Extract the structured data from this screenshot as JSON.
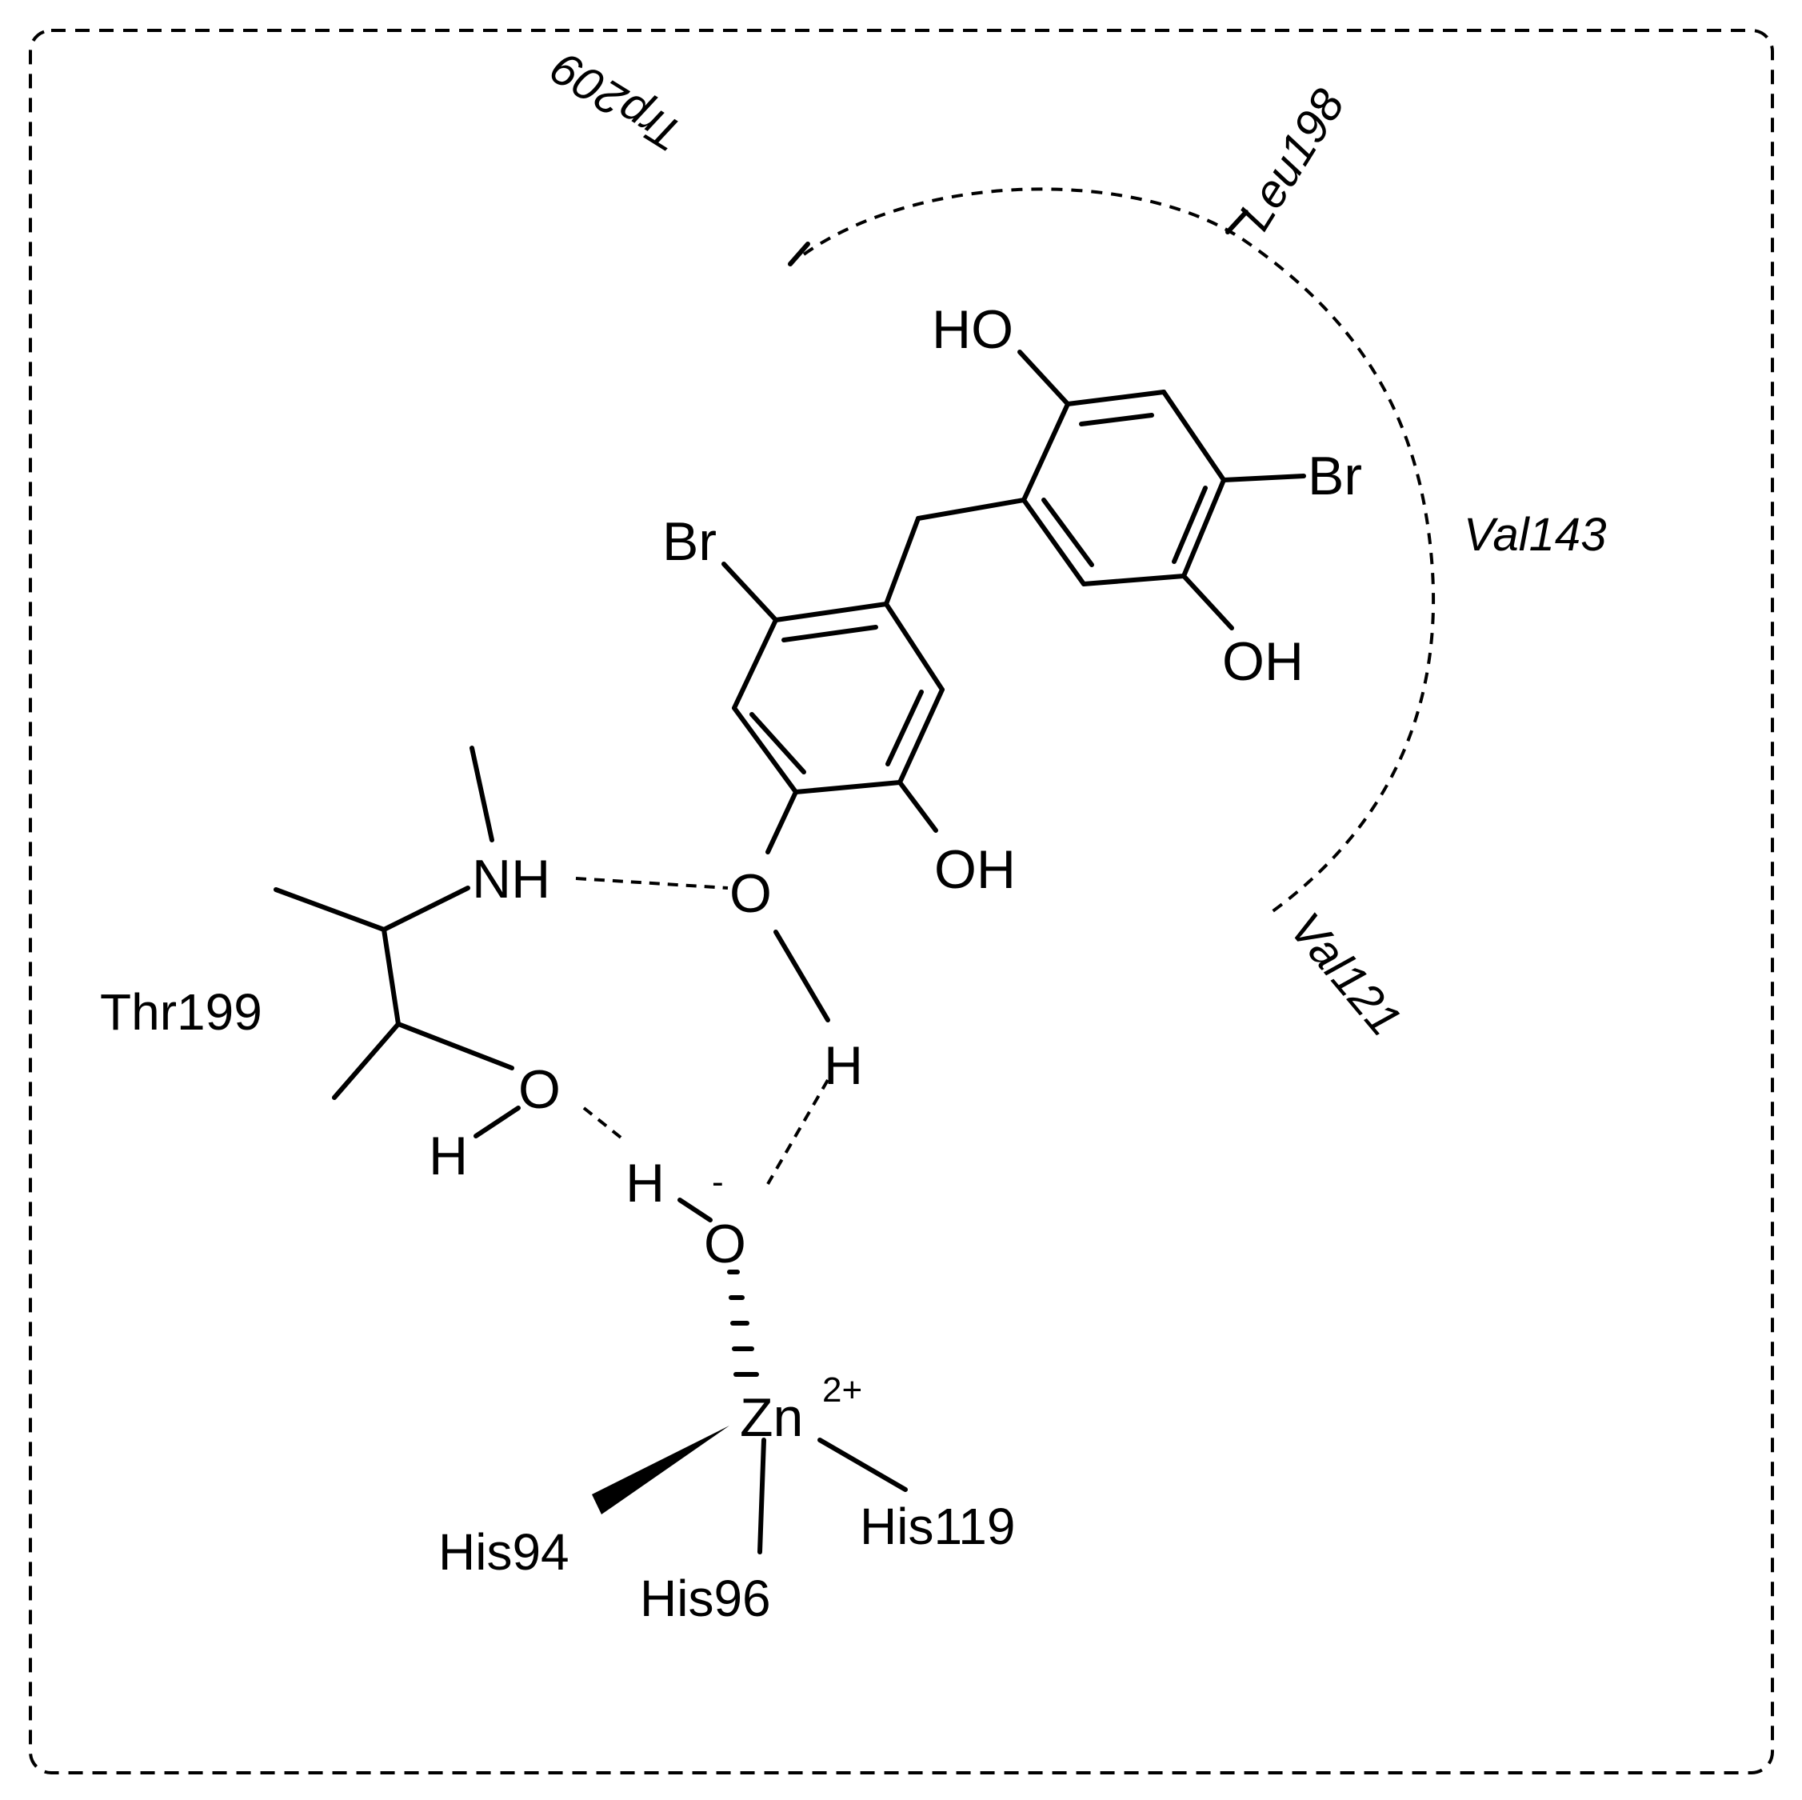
{
  "atoms": {
    "ho_top": "HO",
    "br_right": "Br",
    "oh_right": "OH",
    "br_left": "Br",
    "oh_mid": "OH",
    "o_phenol": "O",
    "h_phenol": "H",
    "nh": "NH",
    "o_thr": "O",
    "h_thr": "H",
    "h_hydroxide": "H",
    "o_hydroxide": "O",
    "charge_minus": "-",
    "zn": "Zn",
    "zn_charge": "2+"
  },
  "residues": {
    "thr199": "Thr199",
    "his94": "His94",
    "his96": "His96",
    "his119": "His119",
    "trp209": "Trp209",
    "leu198": "Leu198",
    "val143": "Val143",
    "val121": "Val121"
  },
  "colors": {
    "ink": "#000000",
    "background": "#ffffff"
  }
}
